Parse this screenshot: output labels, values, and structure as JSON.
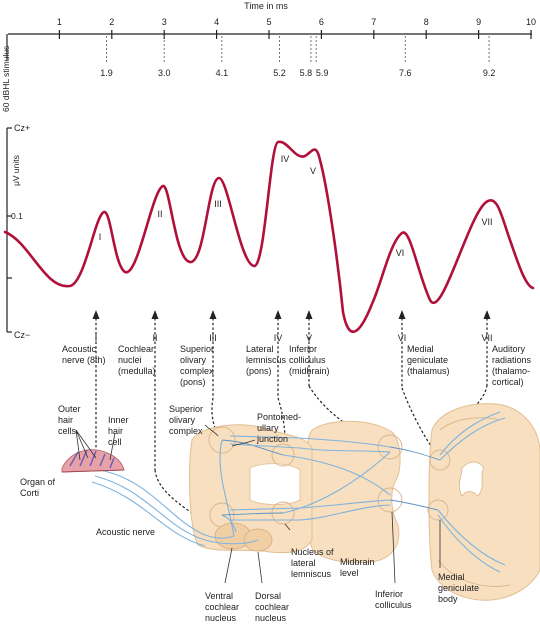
{
  "time_axis": {
    "title": "Time in ms",
    "ticks": [
      "1",
      "2",
      "3",
      "4",
      "5",
      "6",
      "7",
      "8",
      "9",
      "10"
    ],
    "latencies": [
      "1.9",
      "3.0",
      "4.1",
      "5.2",
      "5.8",
      "5.9",
      "7.6",
      "9.2"
    ]
  },
  "stimulus_label": "60 dBHL stimulus",
  "y_axis": {
    "top": "Cz+",
    "bottom": "Cz−",
    "units": "μV   units",
    "scale": "0.1"
  },
  "waves": [
    "I",
    "II",
    "III",
    "IV",
    "V",
    "VI",
    "VII"
  ],
  "generators": [
    {
      "numeral": "I",
      "lines": [
        "Acoustic",
        "nerve (8th)"
      ]
    },
    {
      "numeral": "II",
      "lines": [
        "Cochlear",
        "nuclei",
        "(medulla)"
      ]
    },
    {
      "numeral": "III",
      "lines": [
        "Superior",
        "olivary",
        "complex",
        "(pons)"
      ]
    },
    {
      "numeral": "IV",
      "lines": [
        "Lateral",
        "lemniscus",
        "(pons)"
      ]
    },
    {
      "numeral": "V",
      "lines": [
        "Inferior",
        "colliculus",
        "(midbrain)"
      ]
    },
    {
      "numeral": "VI",
      "lines": [
        "Medial",
        "geniculate",
        "(thalamus)"
      ]
    },
    {
      "numeral": "VII",
      "lines": [
        "Auditory",
        "radiations",
        "(thalamo-",
        "cortical)"
      ]
    }
  ],
  "anatomy": {
    "outer_hair_cells": [
      "Outer",
      "hair",
      "cells"
    ],
    "inner_hair_cell": [
      "Inner",
      "hair",
      "cell"
    ],
    "organ_of_corti": [
      "Organ of",
      "Corti"
    ],
    "acoustic_nerve": "Acoustic nerve",
    "superior_olivary": [
      "Superior",
      "olivary",
      "complex"
    ],
    "pontomedullary": [
      "Pontomed-",
      "ullary",
      "junction"
    ],
    "ventral_cochlear": [
      "Ventral",
      "cochlear",
      "nucleus"
    ],
    "dorsal_cochlear": [
      "Dorsal",
      "cochlear",
      "nucleus"
    ],
    "lateral_lemniscus": [
      "Nucleus of",
      "lateral",
      "lemniscus"
    ],
    "midbrain_level": [
      "Midbrain",
      "level"
    ],
    "inferior_colliculus": [
      "Inferior",
      "colliculus"
    ],
    "medial_geniculate": [
      "Medial",
      "geniculate",
      "body"
    ]
  },
  "colors": {
    "waveform": "#b0103a",
    "tissue": "#f7dfbf",
    "pathway": "#7fb3de"
  }
}
